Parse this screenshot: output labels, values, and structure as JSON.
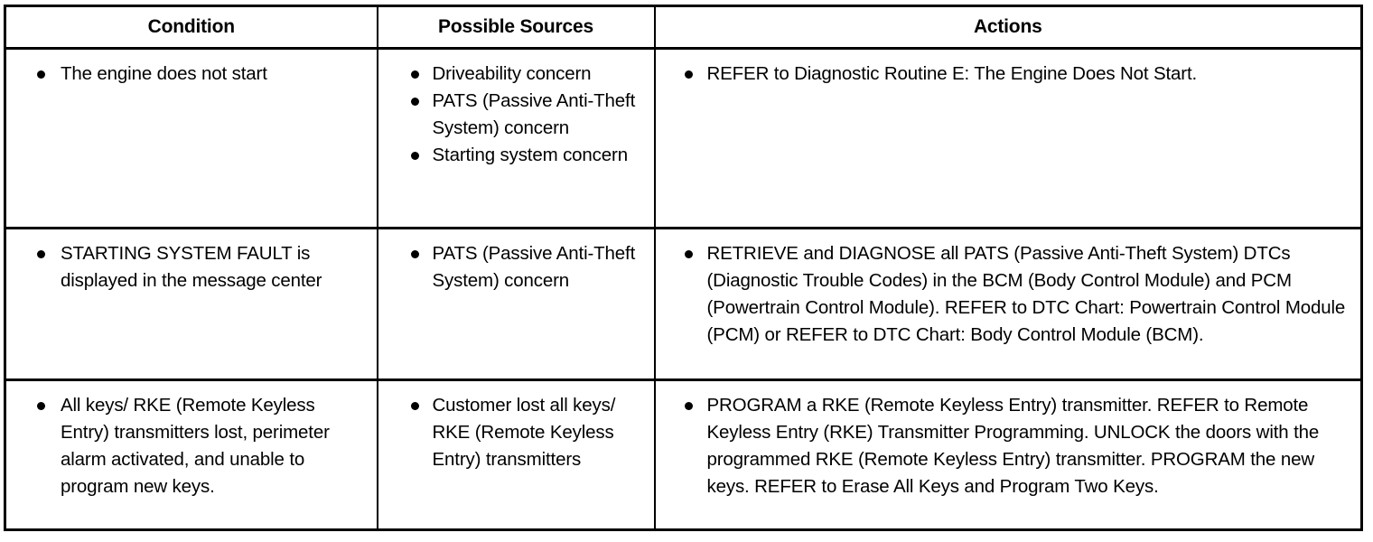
{
  "table": {
    "headers": [
      {
        "label": "Condition",
        "name": "column-header-condition"
      },
      {
        "label": "Possible Sources",
        "name": "column-header-possible-sources"
      },
      {
        "label": "Actions",
        "name": "column-header-actions"
      }
    ],
    "rows": [
      {
        "condition": [
          "The engine does not start"
        ],
        "sources": [
          "Driveability concern",
          "PATS (Passive Anti-Theft System) concern",
          "Starting system concern"
        ],
        "actions": [
          "REFER to Diagnostic Routine E: The Engine Does Not Start."
        ]
      },
      {
        "condition": [
          "STARTING SYSTEM FAULT is displayed in the message center"
        ],
        "sources": [
          "PATS (Passive Anti-Theft System) concern"
        ],
        "actions": [
          "RETRIEVE and DIAGNOSE all PATS (Passive Anti-Theft System) DTCs (Diagnostic Trouble Codes) in the BCM (Body Control Module) and PCM (Powertrain Control Module). REFER to DTC Chart: Powertrain Control Module (PCM) or REFER to DTC Chart: Body Control Module (BCM)."
        ]
      },
      {
        "condition": [
          "All keys/ RKE (Remote Keyless Entry) transmitters lost, perimeter alarm activated, and unable to program new keys."
        ],
        "sources": [
          "Customer lost all keys/ RKE (Remote Keyless Entry) transmitters"
        ],
        "actions": [
          "PROGRAM a RKE (Remote Keyless Entry) transmitter. REFER to Remote Keyless Entry (RKE) Transmitter Programming. UNLOCK the doors with the programmed RKE (Remote Keyless Entry) transmitter. PROGRAM the new keys. REFER to Erase All Keys and Program Two Keys."
        ]
      }
    ]
  },
  "colors": {
    "border": "#000000",
    "text": "#000000",
    "background": "#ffffff"
  }
}
